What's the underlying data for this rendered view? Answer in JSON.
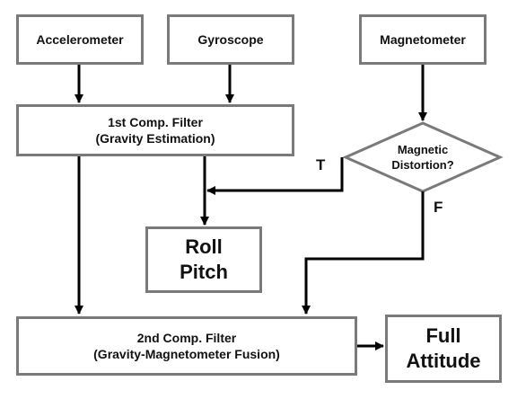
{
  "nodes": {
    "accelerometer": "Accelerometer",
    "gyroscope": "Gyroscope",
    "magnetometer": "Magnetometer",
    "filter1": [
      "1st Comp. Filter",
      "(Gravity Estimation)"
    ],
    "distortion": [
      "Magnetic",
      "Distortion?"
    ],
    "roll_pitch": [
      "Roll",
      "Pitch"
    ],
    "filter2": [
      "2nd Comp. Filter",
      "(Gravity-Magnetometer Fusion)"
    ],
    "full_attitude": [
      "Full",
      "Attitude"
    ]
  },
  "branches": {
    "true_label": "T",
    "false_label": "F"
  },
  "colors": {
    "box_border": "#7a7a7a",
    "arrow": "#000000",
    "text": "#111111"
  }
}
